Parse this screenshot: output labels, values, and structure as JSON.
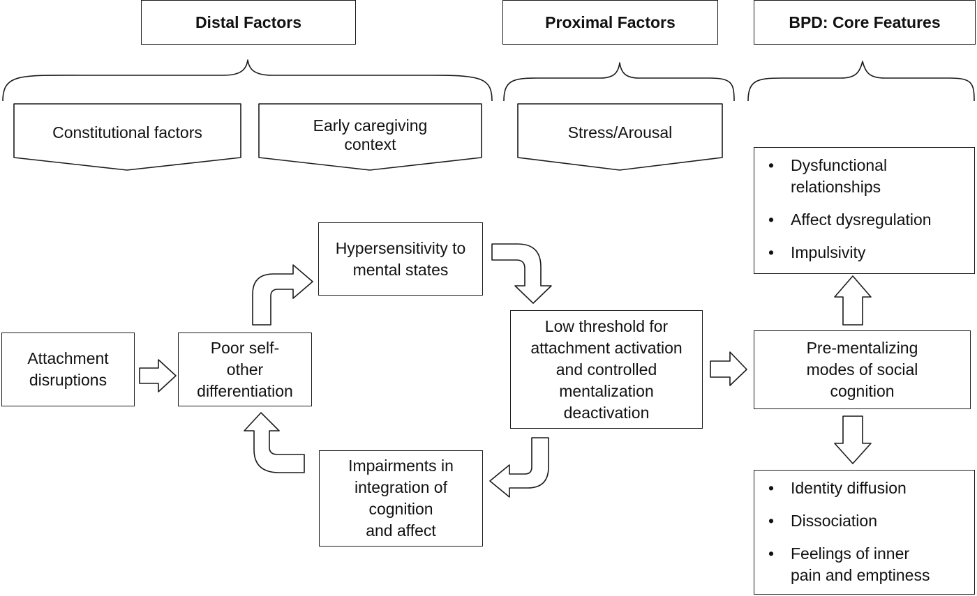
{
  "headers": {
    "distal": "Distal Factors",
    "proximal": "Proximal Factors",
    "bpd": "BPD: Core Features"
  },
  "factors": {
    "constitutional": "Constitutional factors",
    "caregiving": "Early caregiving\ncontext",
    "stress": "Stress/Arousal"
  },
  "nodes": {
    "attachment": "Attachment\ndisruptions",
    "poor_self": "Poor self-\nother\ndifferentiation",
    "hypersensitivity": "Hypersensitivity to\nmental states",
    "low_threshold": "Low threshold for\nattachment activation\nand controlled\nmentalization\ndeactivation",
    "impairments": "Impairments in\nintegration of\ncognition\nand affect",
    "premental": "Pre-mentalizing\nmodes of social\ncognition"
  },
  "features_top": {
    "items": [
      "Dysfunctional\nrelationships",
      "Affect dysregulation",
      "Impulsivity"
    ]
  },
  "features_bottom": {
    "items": [
      "Identity diffusion",
      "Dissociation",
      "Feelings of inner\npain and emptiness"
    ]
  },
  "bullet": "•"
}
